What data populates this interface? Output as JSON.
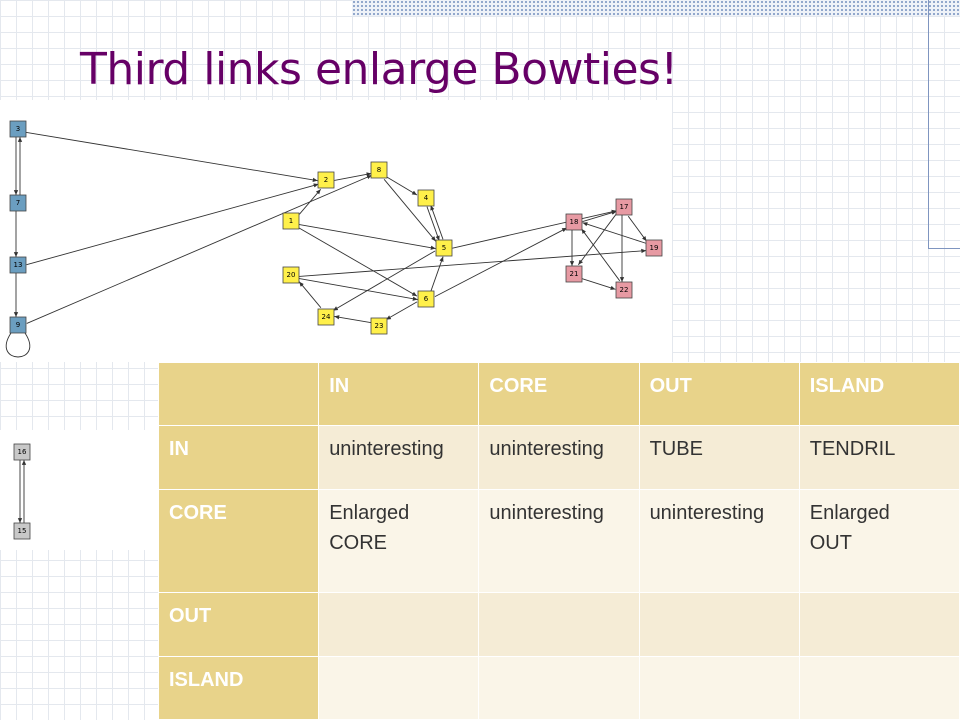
{
  "slide": {
    "title": "Third links enlarge Bowties!"
  },
  "colors": {
    "in_node": "#6b9ec0",
    "core_node": "#fff04a",
    "out_node": "#e79aa3",
    "island_node": "#c8c8c8",
    "title": "#660066",
    "table_header": "#e8d38a"
  },
  "graph": {
    "nodes": [
      {
        "id": "3",
        "group": "in"
      },
      {
        "id": "7",
        "group": "in"
      },
      {
        "id": "13",
        "group": "in"
      },
      {
        "id": "9",
        "group": "in"
      },
      {
        "id": "2",
        "group": "core"
      },
      {
        "id": "8",
        "group": "core"
      },
      {
        "id": "4",
        "group": "core"
      },
      {
        "id": "1",
        "group": "core"
      },
      {
        "id": "5",
        "group": "core"
      },
      {
        "id": "20",
        "group": "core"
      },
      {
        "id": "6",
        "group": "core"
      },
      {
        "id": "24",
        "group": "core"
      },
      {
        "id": "23",
        "group": "core"
      },
      {
        "id": "18",
        "group": "out"
      },
      {
        "id": "17",
        "group": "out"
      },
      {
        "id": "19",
        "group": "out"
      },
      {
        "id": "21",
        "group": "out"
      },
      {
        "id": "22",
        "group": "out"
      },
      {
        "id": "16",
        "group": "island"
      },
      {
        "id": "15",
        "group": "island"
      }
    ],
    "edges": [
      [
        "3",
        "7"
      ],
      [
        "7",
        "3"
      ],
      [
        "7",
        "13"
      ],
      [
        "13",
        "9"
      ],
      [
        "9",
        "9"
      ],
      [
        "3",
        "2"
      ],
      [
        "13",
        "2"
      ],
      [
        "9",
        "8"
      ],
      [
        "2",
        "8"
      ],
      [
        "8",
        "4"
      ],
      [
        "8",
        "5"
      ],
      [
        "4",
        "5"
      ],
      [
        "1",
        "2"
      ],
      [
        "1",
        "5"
      ],
      [
        "1",
        "6"
      ],
      [
        "5",
        "4"
      ],
      [
        "5",
        "24"
      ],
      [
        "6",
        "5"
      ],
      [
        "6",
        "23"
      ],
      [
        "20",
        "6"
      ],
      [
        "24",
        "20"
      ],
      [
        "23",
        "24"
      ],
      [
        "5",
        "17"
      ],
      [
        "6",
        "18"
      ],
      [
        "20",
        "19"
      ],
      [
        "18",
        "17"
      ],
      [
        "18",
        "21"
      ],
      [
        "17",
        "21"
      ],
      [
        "17",
        "22"
      ],
      [
        "17",
        "19"
      ],
      [
        "19",
        "18"
      ],
      [
        "21",
        "22"
      ],
      [
        "22",
        "18"
      ],
      [
        "16",
        "15"
      ],
      [
        "15",
        "16"
      ]
    ]
  },
  "table": {
    "columns": [
      "IN",
      "CORE",
      "OUT",
      "ISLAND"
    ],
    "rows": [
      {
        "label": "IN",
        "cells": [
          "uninteresting",
          "uninteresting",
          "TUBE",
          "TENDRIL"
        ]
      },
      {
        "label": "CORE",
        "cells": [
          "Enlarged\nCORE",
          "uninteresting",
          "uninteresting",
          "Enlarged\nOUT"
        ]
      },
      {
        "label": "OUT",
        "cells": [
          "",
          "",
          "",
          ""
        ]
      },
      {
        "label": "ISLAND",
        "cells": [
          "",
          "",
          "",
          ""
        ]
      }
    ]
  }
}
